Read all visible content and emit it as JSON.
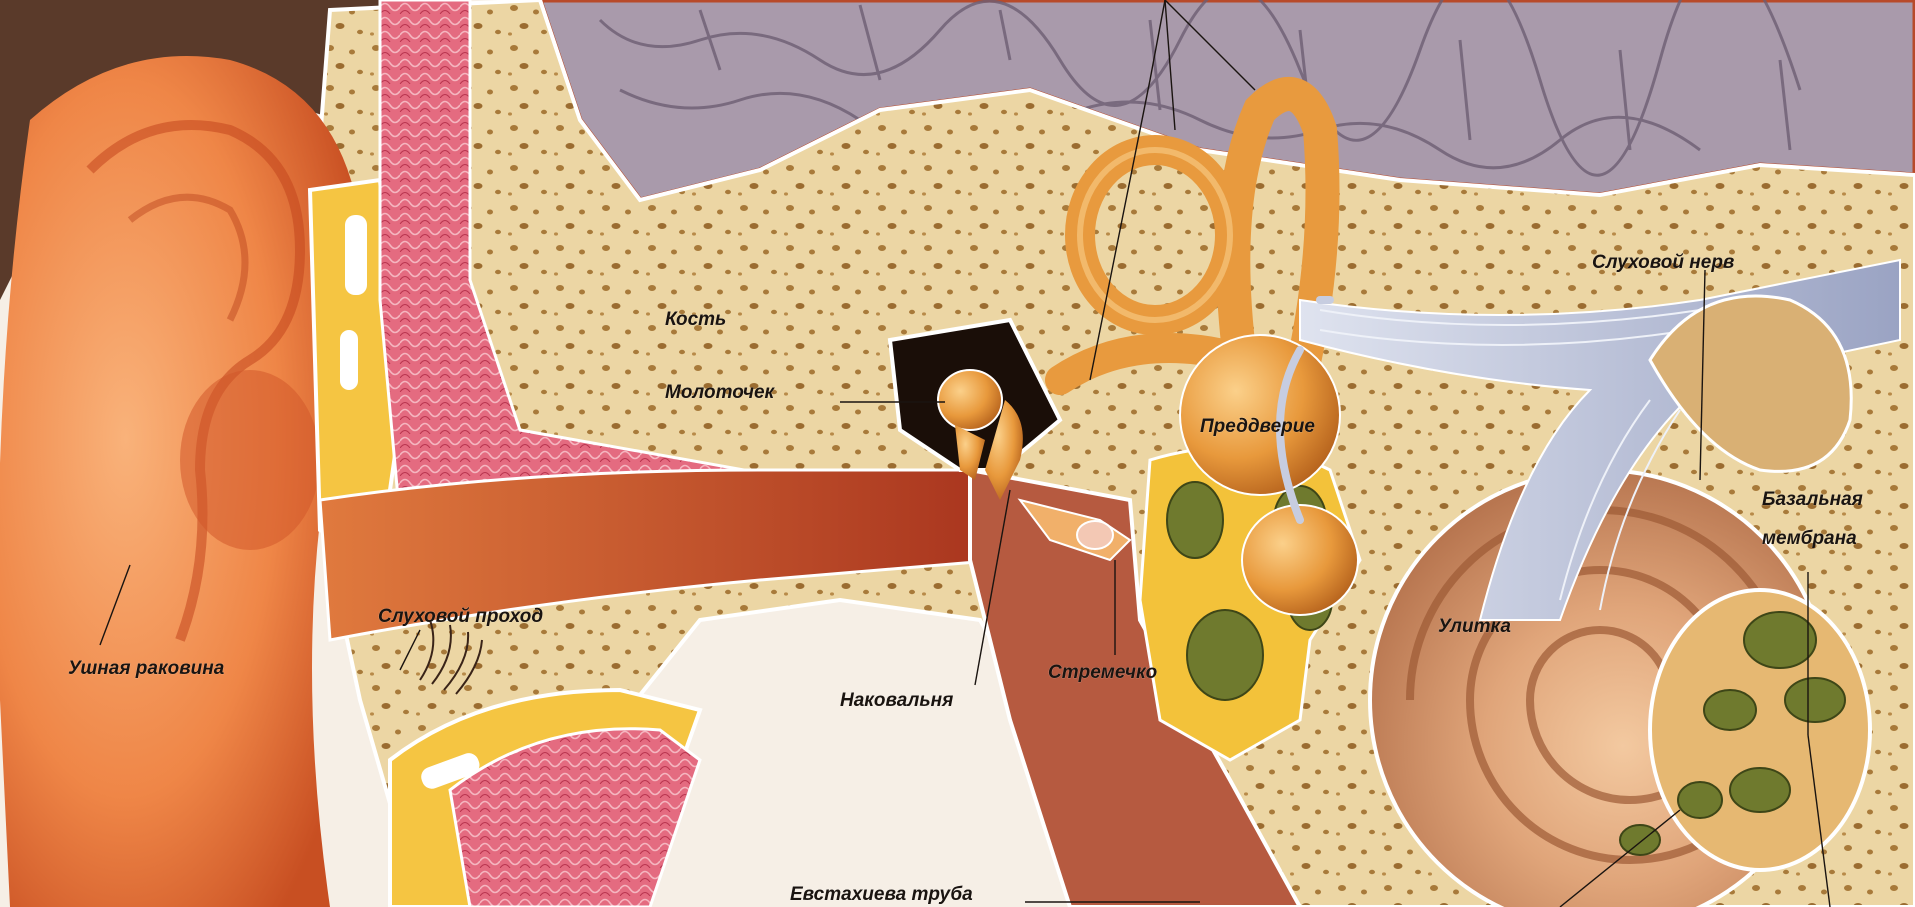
{
  "diagram": {
    "labels": {
      "bone": "Кость",
      "malleus": "Молоточек",
      "vestibule": "Преддверие",
      "auditory_nerve": "Слуховой нерв",
      "basilar_membrane_line1": "Базальная",
      "basilar_membrane_line2": "мембрана",
      "cochlea": "Улитка",
      "ear_canal": "Слуховой проход",
      "auricle": "Ушная раковина",
      "stapes": "Стремечко",
      "incus": "Наковальня",
      "eustachian_tube": "Евстахиева труба"
    },
    "colors": {
      "skin": "#f08a4a",
      "skin_dark": "#c2451d",
      "bone": "#ecd6a4",
      "bone_pores": "#a87a3a",
      "brain": "#a99aab",
      "tissue_pink": "#e0677c",
      "fat_yellow": "#f5c542",
      "canal_red": "#c8442a",
      "ossicle_orange": "#e89a3e",
      "nerve_blue": "#b7bfd6",
      "fluid_green": "#6f7a2e",
      "hair": "#5a3a2a"
    }
  }
}
